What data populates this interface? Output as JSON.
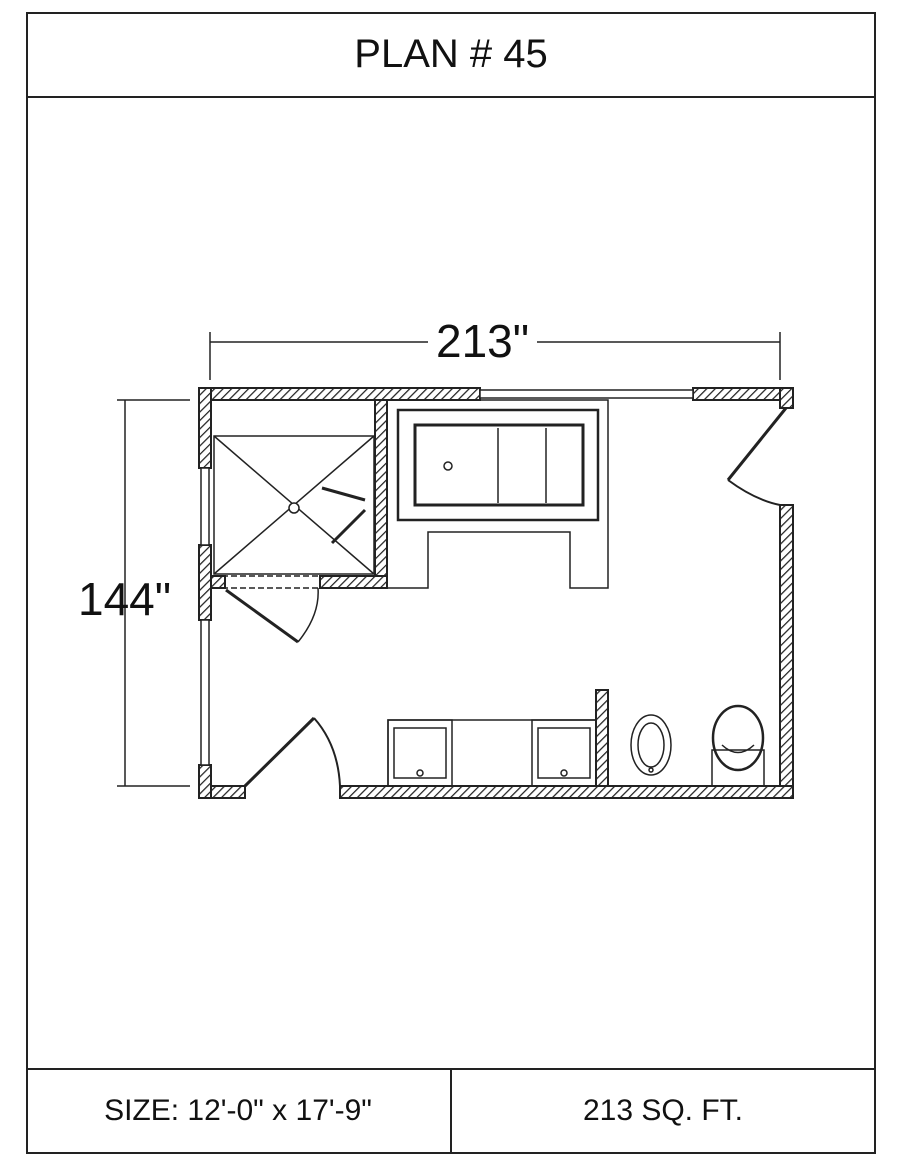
{
  "title": "PLAN # 45",
  "dimensions": {
    "width_label": "213\"",
    "depth_label": "144\""
  },
  "footer": {
    "size": "SIZE:  12'-0\" x 17'-9\"",
    "area": "213 SQ. FT."
  }
}
